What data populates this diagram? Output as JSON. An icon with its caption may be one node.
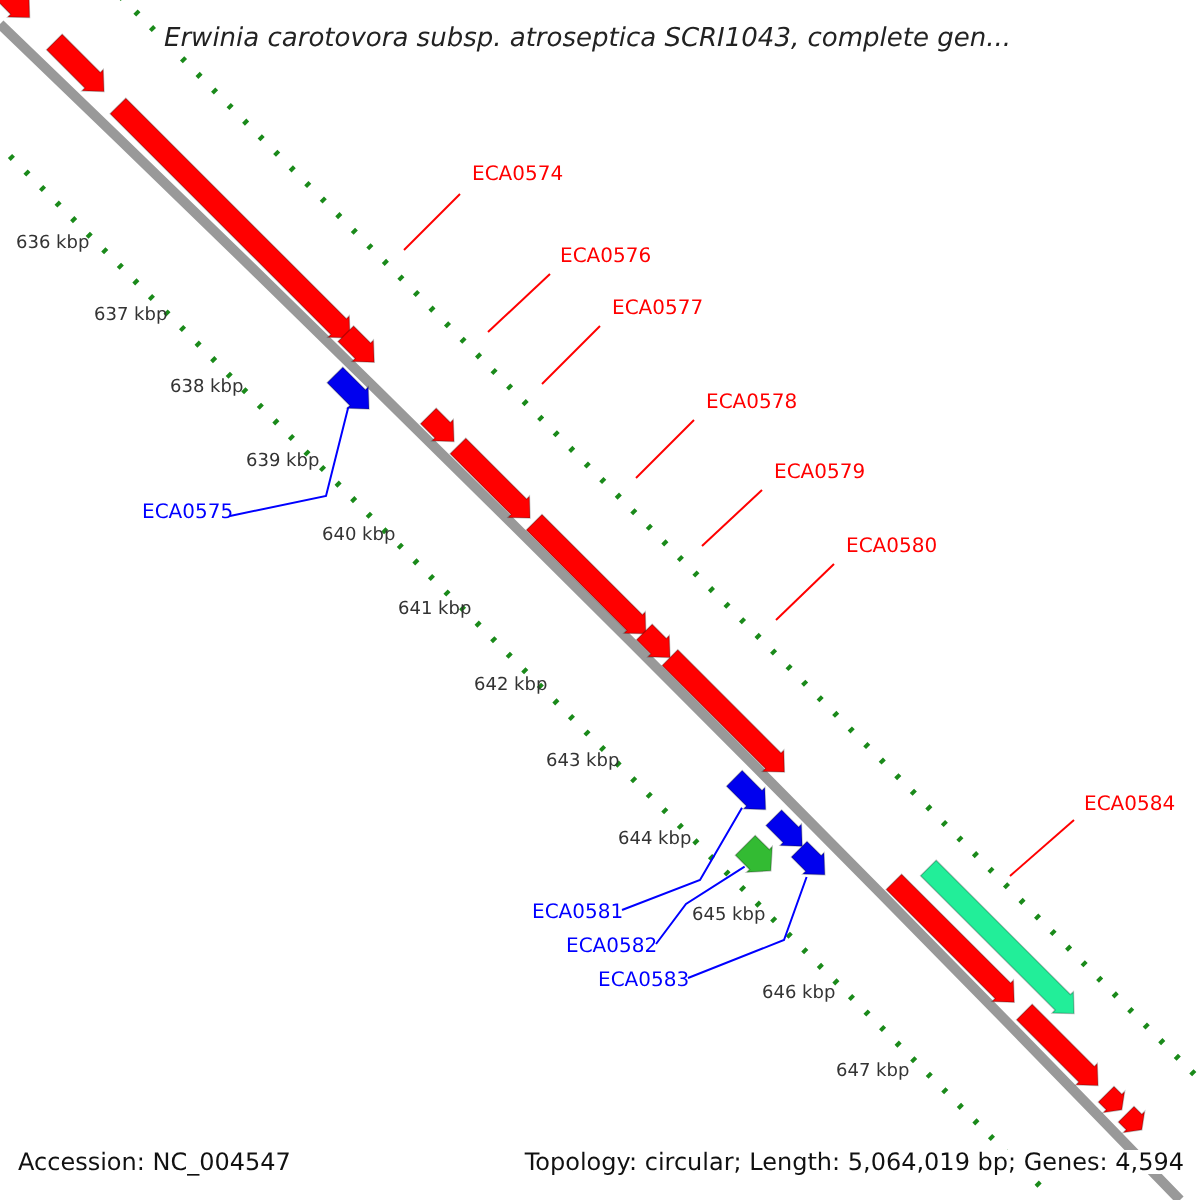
{
  "diagram": {
    "title": "Erwinia carotovora subsp. atroseptica SCRI1043, complete gen...",
    "nodes": [
      {
        "text": [
          "ECA0574"
        ]
      },
      {
        "text": [
          "ECA0576"
        ]
      },
      {
        "text": [
          "ECA0577"
        ]
      },
      {
        "text": [
          "ECA0578"
        ]
      },
      {
        "text": [
          "ECA0579"
        ]
      },
      {
        "text": [
          "ECA0580"
        ]
      },
      {
        "text": [
          "ECA0575"
        ]
      },
      {
        "text": [
          "ECA0584"
        ]
      },
      {
        "text": [
          "ECA0581"
        ]
      },
      {
        "text": [
          "ECA0582"
        ]
      },
      {
        "text": [
          "ECA0583"
        ]
      },
      {
        "text": [],
        "shape": "arrow"
      },
      {
        "text": [],
        "shape": "arrow"
      },
      {
        "text": [],
        "shape": "arrow"
      },
      {
        "text": [],
        "shape": "arrow"
      },
      {
        "text": [],
        "shape": "arrow"
      },
      {
        "text": [],
        "shape": "arrow"
      },
      {
        "text": [],
        "shape": "arrow"
      },
      {
        "text": [],
        "shape": "arrow"
      },
      {
        "text": [],
        "shape": "arrow"
      },
      {
        "text": [],
        "shape": "arrow"
      },
      {
        "text": [],
        "shape": "arrow"
      },
      {
        "text": [],
        "shape": "arrow"
      },
      {
        "text": [],
        "shape": "arrow"
      },
      {
        "text": [],
        "shape": "arrow"
      },
      {
        "text": [],
        "shape": "arrow"
      },
      {
        "text": [],
        "shape": "arrow"
      },
      {
        "text": [],
        "shape": "arrow"
      },
      {
        "text": [],
        "shape": "arrow"
      },
      {
        "text": [],
        "shape": "arrow"
      }
    ],
    "edges": [
      {
        "from": 0,
        "to": null,
        "arrow": "none"
      },
      {
        "from": 1,
        "to": null,
        "arrow": "none"
      },
      {
        "from": 2,
        "to": null,
        "arrow": "none"
      },
      {
        "from": 3,
        "to": null,
        "arrow": "none"
      },
      {
        "from": 4,
        "to": null,
        "arrow": "none"
      },
      {
        "from": 5,
        "to": null,
        "arrow": "none"
      },
      {
        "from": 6,
        "to": 15,
        "arrow": "none",
        "color": "#0000ff"
      },
      {
        "from": 7,
        "to": null,
        "arrow": "none"
      },
      {
        "from": 8,
        "to": 21,
        "arrow": "none",
        "color": "#0000ff"
      },
      {
        "from": 9,
        "to": 23,
        "arrow": "none",
        "color": "#0000ff"
      },
      {
        "from": 10,
        "to": 24,
        "arrow": "none",
        "color": "#0000ff"
      }
    ],
    "labels": [
      "636 kbp",
      "637 kbp",
      "638 kbp",
      "639 kbp",
      "640 kbp",
      "641 kbp",
      "642 kbp",
      "643 kbp",
      "644 kbp",
      "645 kbp",
      "646 kbp",
      "647 kbp",
      "Accession: NC_004547",
      "Topology: circular; Length: 5,064,019 bp; Genes: 4,594"
    ]
  }
}
